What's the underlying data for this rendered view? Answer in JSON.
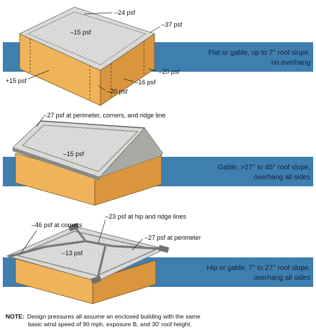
{
  "colors": {
    "band": "#3e7fb0",
    "wall_front": "#f0b35a",
    "wall_side": "#d9963e",
    "roof": "#d8d8d8",
    "roof_edge": "#8a8a86",
    "hip_strip": "#a9a9a4"
  },
  "panels": [
    {
      "id": "flat",
      "caption": [
        "Flat or gable, up to 7° roof slope,",
        "no overhang"
      ],
      "labels": {
        "roof_center": "–15 psf",
        "roof_edge": "–24 psf",
        "corner": "–37 psf",
        "windward_wall": "+15 psf",
        "wall_corner": "–20 psf",
        "leeward_wall": "–16 psf",
        "side_wall": "–20 psf"
      }
    },
    {
      "id": "gable",
      "caption": [
        "Gable, >27° to 45° roof slope,",
        "overhang all sides"
      ],
      "labels": {
        "perimeter": "–27 psf at perimeter, corners, and ridge line",
        "roof_center": "–15 psf"
      }
    },
    {
      "id": "hip",
      "caption": [
        "Hip or gable,  7° to 27° roof slope,",
        "overhang all sides"
      ],
      "labels": {
        "corners": "–46 psf at corners",
        "hip_ridge": "–23 psf at hip and ridge lines",
        "perimeter": "–27 psf at perimeter",
        "roof_center": "–13 psf"
      }
    }
  ],
  "note": {
    "label": "NOTE:",
    "line1": "Design pressures all assume an enclosed building with the same",
    "line2": "basic wind speed of  90 mph, exposure B, and 30' roof height."
  }
}
